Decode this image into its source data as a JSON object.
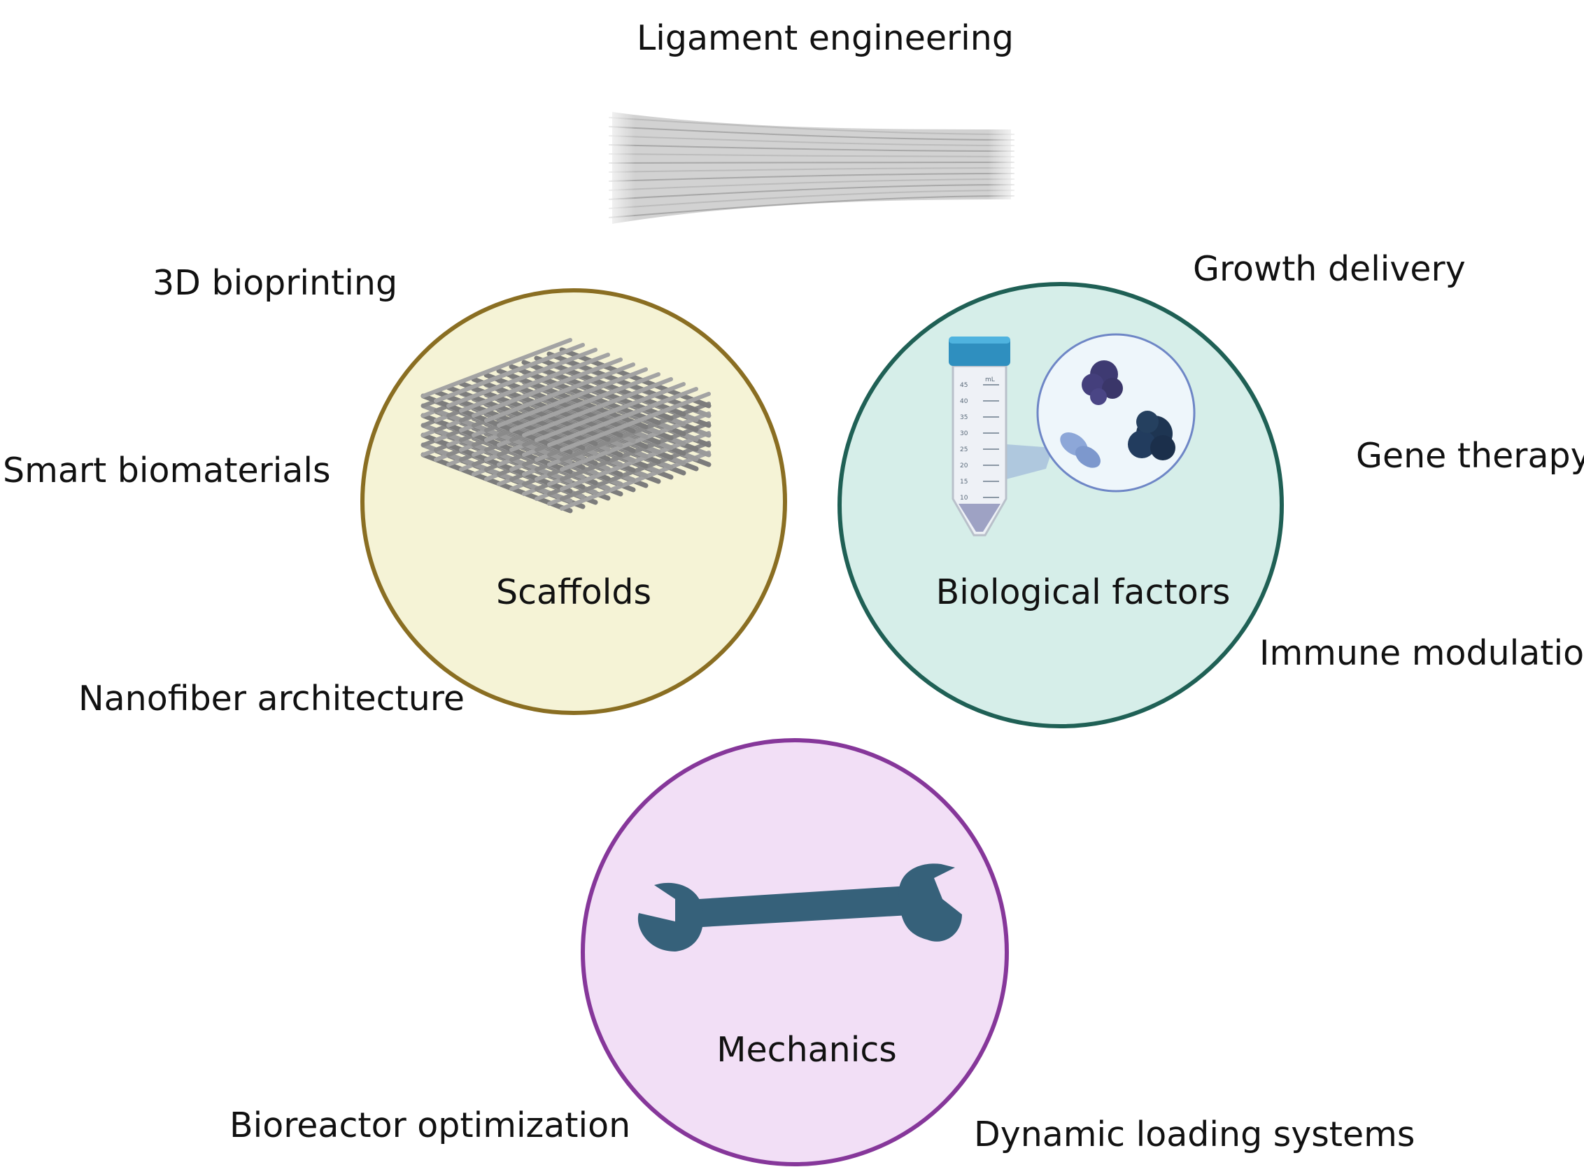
{
  "title": "Ligament engineering",
  "circles": {
    "scaffolds": {
      "label": "Scaffolds",
      "fill": "#f5f3d6",
      "stroke": "#8a6e22"
    },
    "biological": {
      "label": "Biological factors",
      "fill": "#d6eee9",
      "stroke": "#1f6055"
    },
    "mechanics": {
      "label": "Mechanics",
      "fill": "#f2dff6",
      "stroke": "#86379a"
    }
  },
  "side_labels": {
    "bioprinting": "3D bioprinting",
    "smart_biomaterials": "Smart biomaterials",
    "nanofiber": "Nanofiber architecture",
    "growth_delivery": "Growth delivery",
    "gene_therapy": "Gene therapy",
    "immune_modulation": "Immune modulation",
    "bioreactor": "Bioreactor optimization",
    "dynamic_loading": "Dynamic loading systems"
  },
  "tube_scale": [
    "45",
    "40",
    "35",
    "30",
    "25",
    "20",
    "15",
    "10"
  ],
  "tube_unit": "mL",
  "colors": {
    "wrench": "#36617a",
    "scaffold": "#8e8e8e",
    "tube_cap": "#2f8fbf",
    "ligament": "#c4c4c4"
  }
}
